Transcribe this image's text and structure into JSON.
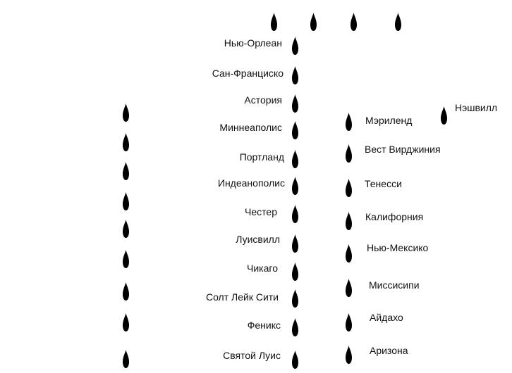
{
  "top_row_markers": [
    {
      "icon": "drop-marker-icon"
    },
    {
      "icon": "drop-marker-icon"
    },
    {
      "icon": "drop-marker-icon"
    },
    {
      "icon": "drop-marker-icon"
    }
  ],
  "left_column_markers": [
    {
      "icon": "drop-marker-icon"
    },
    {
      "icon": "drop-marker-icon"
    },
    {
      "icon": "drop-marker-icon"
    },
    {
      "icon": "drop-marker-icon"
    },
    {
      "icon": "drop-marker-icon"
    },
    {
      "icon": "drop-marker-icon"
    },
    {
      "icon": "drop-marker-icon"
    },
    {
      "icon": "drop-marker-icon"
    },
    {
      "icon": "drop-marker-icon"
    }
  ],
  "cities": [
    {
      "label": "Нью-Орлеан",
      "icon": "drop-marker-icon"
    },
    {
      "label": "Сан-Франциско",
      "icon": "drop-marker-icon"
    },
    {
      "label": "Астория",
      "icon": "drop-marker-icon"
    },
    {
      "label": "Миннеаполис",
      "icon": "drop-marker-icon"
    },
    {
      "label": "Портланд",
      "icon": "drop-marker-icon"
    },
    {
      "label": "Индеанополис",
      "icon": "drop-marker-icon"
    },
    {
      "label": "Честер",
      "icon": "drop-marker-icon"
    },
    {
      "label": "Луисвилл",
      "icon": "drop-marker-icon"
    },
    {
      "label": "Чикаго",
      "icon": "drop-marker-icon"
    },
    {
      "label": "Солт Лейк Сити",
      "icon": "drop-marker-icon"
    },
    {
      "label": "Феникс",
      "icon": "drop-marker-icon"
    },
    {
      "label": "Святой Луис",
      "icon": "drop-marker-icon"
    }
  ],
  "states": [
    {
      "label": "Мэриленд",
      "icon": "drop-marker-icon"
    },
    {
      "label": "Вест Вирджиния",
      "icon": "drop-marker-icon"
    },
    {
      "label": "Тенесси",
      "icon": "drop-marker-icon"
    },
    {
      "label": "Калифорния",
      "icon": "drop-marker-icon"
    },
    {
      "label": "Нью-Мексико",
      "icon": "drop-marker-icon"
    },
    {
      "label": "Миссисипи",
      "icon": "drop-marker-icon"
    },
    {
      "label": "Айдахо",
      "icon": "drop-marker-icon"
    },
    {
      "label": "Аризона",
      "icon": "drop-marker-icon"
    }
  ],
  "extra": {
    "label": "Нэшвилл",
    "icon": "drop-marker-icon"
  },
  "colors": {
    "marker": "#000000",
    "text": "#111111",
    "background": "#ffffff"
  }
}
